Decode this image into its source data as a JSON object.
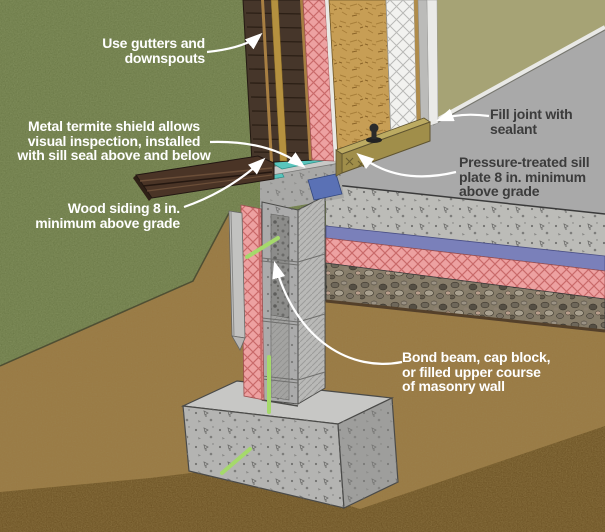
{
  "figure": {
    "type": "construction-detail-diagram",
    "subject": "Slab-on-grade foundation cross-section with metal termite shield",
    "annotations": {
      "gutters": {
        "text": "Use gutters and\ndownspouts"
      },
      "termite_shield": {
        "text": "Metal termite shield allows\nvisual inspection, installed\nwith sill seal above and below"
      },
      "wood_siding": {
        "text": "Wood siding 8 in.\nminimum above grade"
      },
      "fill_joint": {
        "text": "Fill joint with\nsealant"
      },
      "sill_plate": {
        "text": "Pressure-treated sill\nplate 8 in. minimum\nabove grade"
      },
      "bond_beam": {
        "text": "Bond beam, cap block,\nor filled upper course\nof masonry wall"
      }
    },
    "colors": {
      "label_light": "#ffffff",
      "label_dark": "#3c3c3c",
      "grass": "#6d7b49",
      "soil": "#9a7a44",
      "soil_dark": "#6e5426",
      "foam_pink": "#eda1a1",
      "foam_hatch_red": "#c96a6a",
      "sill_seal_teal": "#58c5bd",
      "vapor_barrier_blue": "#7a80ba",
      "concrete": "#bcbcb8",
      "cmu_gray": "#ababab",
      "siding_brown": "#46362a",
      "furring_tan": "#b5913f",
      "osb_tan": "#c79e55",
      "interior_wall_olive": "#a6a375",
      "floor_gray": "#a9a9a9",
      "rebar_green": "#a5d96b",
      "shield_brown": "#4a3426",
      "plate_wood": "#a08e4a",
      "arrow": "#ffffff"
    }
  }
}
